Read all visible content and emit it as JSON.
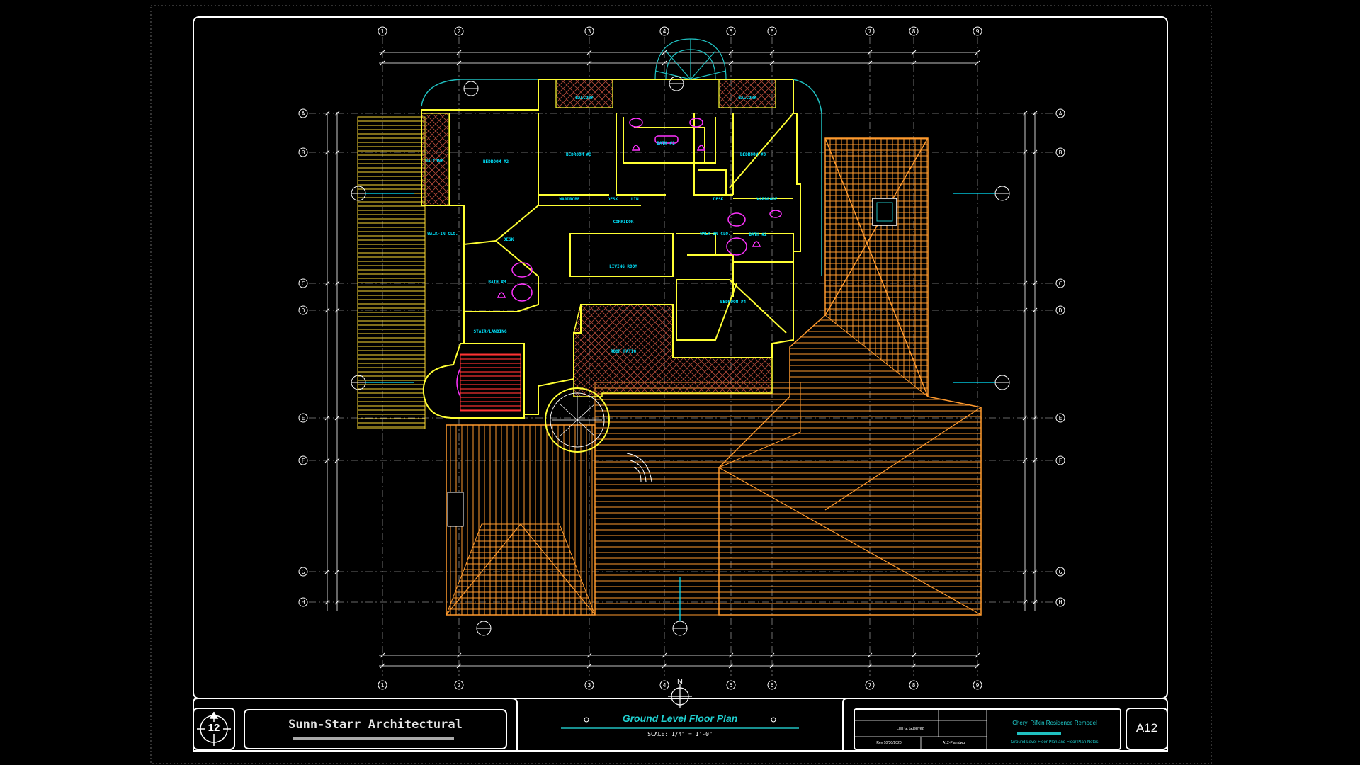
{
  "title_block": {
    "firm_name": "Sunn-Starr Architectural",
    "sheet_number_badge": "12",
    "drawing_title": "Ground Level Floor Plan",
    "drawing_scale": "SCALE: 1/4\" = 1'-0\"",
    "project_name": "Cheryl Rifkin Residence Remodel",
    "sheet_description": "Ground Level Floor Plan and Floor Plan Notes",
    "drawn_by": "Luis G. Gutierrez",
    "file_name": "A12-Plan.dwg",
    "date": "Rev 10/30/2020",
    "sheet_id": "A12"
  },
  "north_label": "N",
  "grid": {
    "columns": [
      "1",
      "2",
      "3",
      "4",
      "5",
      "6",
      "7",
      "8",
      "9"
    ],
    "rows": [
      "A",
      "B",
      "C",
      "D",
      "E",
      "F",
      "G",
      "H"
    ]
  },
  "rooms": {
    "balcony_left": "BALCONY",
    "balcony_top_left": "BALCONY",
    "balcony_top_right": "BALCONY",
    "bedroom_2": "BEDROOM #2",
    "bedroom_3a": "BEDROOM #3",
    "bedroom_3b": "BEDROOM #3",
    "bedroom_4": "BEDROOM #4",
    "bath_1": "BATH #1",
    "bath_2": "BATH #2",
    "bath_3": "BATH #3",
    "wardrobe_left": "WARDROBE",
    "wardrobe_right": "WARDROBE",
    "desk_left": "DESK",
    "desk_right": "DESK",
    "lin": "LIN.",
    "walk_in_left": "WALK-IN CLO.",
    "walk_in_right": "WALK-IN CLO.",
    "corridor": "CORRIDOR",
    "living": "LIVING ROOM",
    "stair": "STAIR/LANDING",
    "roof_patio": "ROOF PATIO",
    "desk_small": "DESK"
  },
  "colors": {
    "frame": "#ffffff",
    "walls": "#ffff33",
    "dims": "#ffffff",
    "grid": "#9a9a9a",
    "roof": "#ff9a2e",
    "fixtures": "#ff33ff",
    "labels": "#00e5ff",
    "stair": "#ff3333",
    "hatch": "#c8503c",
    "teal": "#20c0c0"
  }
}
